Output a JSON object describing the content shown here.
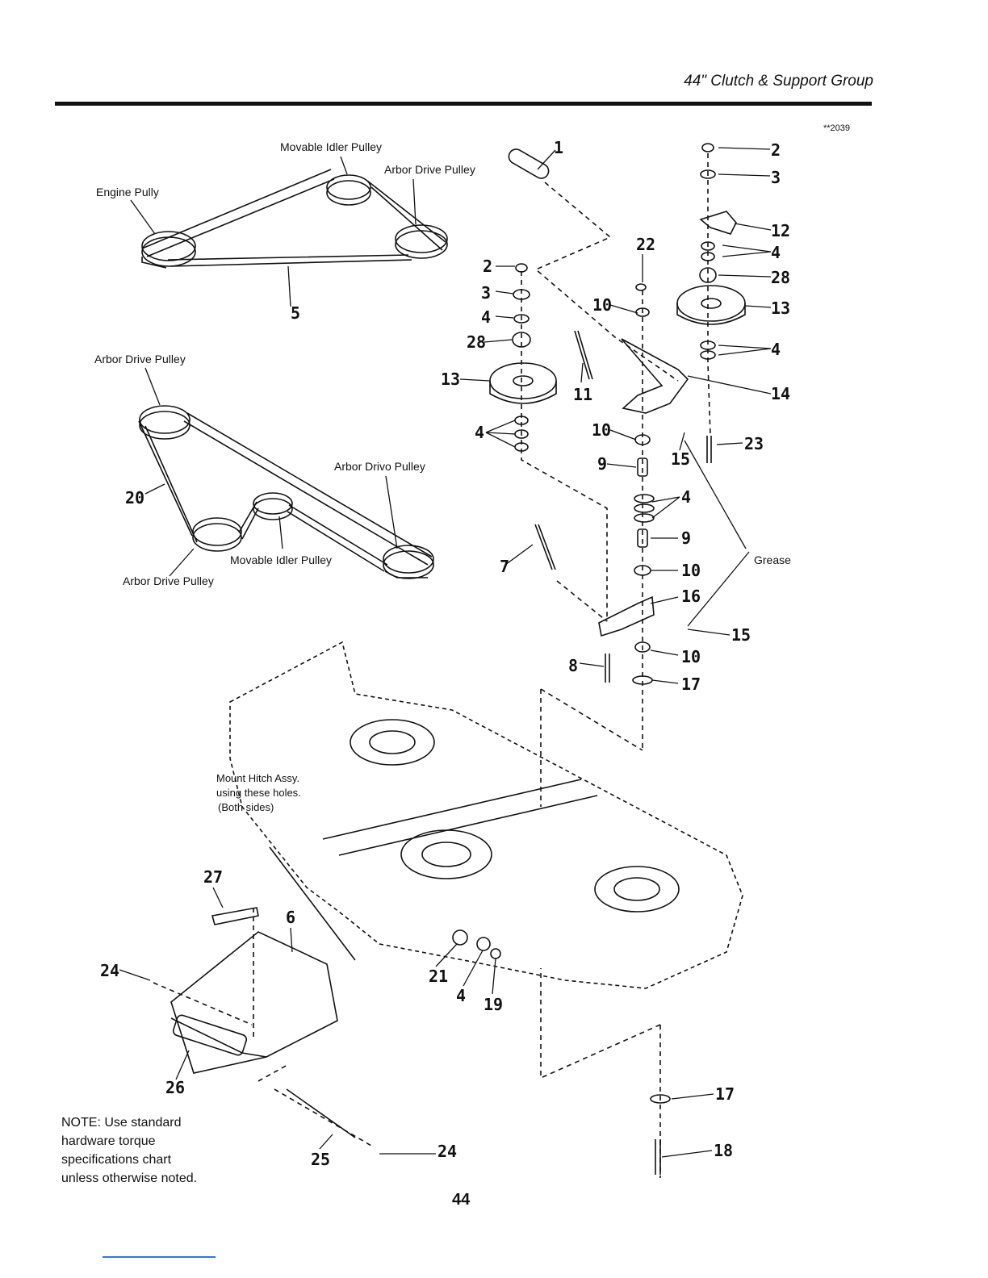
{
  "header": {
    "title": "44\" Clutch & Support Group",
    "doc_code": "**2039"
  },
  "callouts": {
    "movable_idler_pulley": "Movable Idler Pulley",
    "arbor_drive_pulley": "Arbor Drive Pulley",
    "engine_pully": "Engine Pully",
    "arbor_drive_pulley_2": "Arbor Drive Pulley",
    "arbor_drivo_pulley": "Arbor Drivo Pulley",
    "movable_idler_pulley_2": "Movable Idler Pulley",
    "arbor_drive_pulley_3": "Arbor Drive Pulley",
    "grease": "Grease",
    "mount_hitch_1": "Mount Hitch Assy.",
    "mount_hitch_2": "using these holes.",
    "mount_hitch_3": "(Both sides)"
  },
  "part_numbers": {
    "p1": "1",
    "p2a": "2",
    "p3a": "3",
    "p12": "12",
    "p4a": "4",
    "p28a": "28",
    "p13a": "13",
    "p4b": "4",
    "p14": "14",
    "p22": "22",
    "p10a": "10",
    "p11": "11",
    "p23": "23",
    "p15a": "15",
    "p10b": "10",
    "p9a": "9",
    "p4c": "4",
    "p9b": "9",
    "p10c": "10",
    "p16": "16",
    "p15b": "15",
    "p10d": "10",
    "p17a": "17",
    "p8": "8",
    "p7": "7",
    "p2b": "2",
    "p3b": "3",
    "p4d": "4",
    "p28b": "28",
    "p13b": "13",
    "p4e": "4",
    "p5": "5",
    "p20": "20",
    "p27": "27",
    "p6": "6",
    "p24a": "24",
    "p26": "26",
    "p21": "21",
    "p4f": "4",
    "p19": "19",
    "p17b": "17",
    "p18": "18",
    "p25": "25",
    "p24b": "24"
  },
  "note": {
    "line1": "NOTE:  Use standard",
    "line2": "hardware torque",
    "line3": "specifications chart",
    "line4": "unless otherwise noted."
  },
  "page_number": "44"
}
